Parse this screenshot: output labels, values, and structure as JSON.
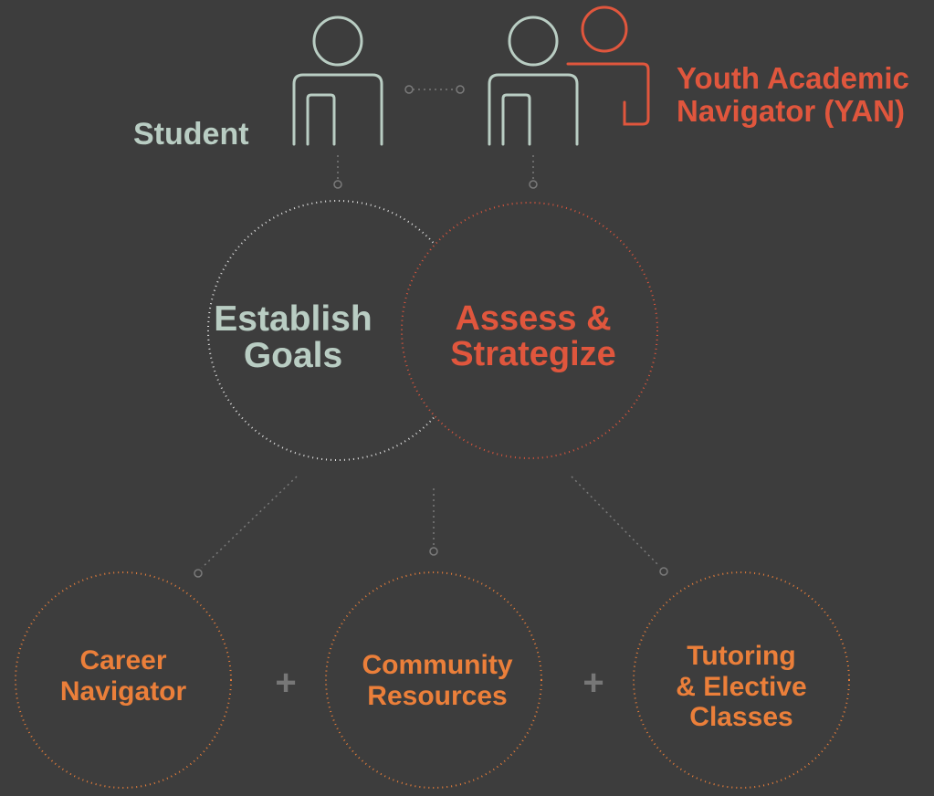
{
  "actors": {
    "student": {
      "label": "Student"
    },
    "yan": {
      "label_line1": "Youth Academic",
      "label_line2": "Navigator (YAN)"
    }
  },
  "core_steps": {
    "establish_goals": {
      "line1": "Establish",
      "line2": "Goals"
    },
    "assess_strategize": {
      "line1": "Assess &",
      "line2": "Strategize"
    }
  },
  "resources": {
    "career_navigator": {
      "line1": "Career",
      "line2": "Navigator"
    },
    "community_resources": {
      "line1": "Community",
      "line2": "Resources"
    },
    "tutoring_elective": {
      "line1": "Tutoring",
      "line2": "& Elective",
      "line3": "Classes"
    },
    "plus_sign": "+"
  },
  "colors": {
    "background": "#3d3d3d",
    "sage": "#b9cdc3",
    "red": "#e0563d",
    "orange": "#eb7f3a",
    "connector": "#7a7a7a",
    "dotted_white": "#e6e6e6"
  },
  "icons": {
    "student": "person-outline-icon",
    "yan": "person-outline-icon",
    "yan_overlay": "person-outline-icon"
  }
}
